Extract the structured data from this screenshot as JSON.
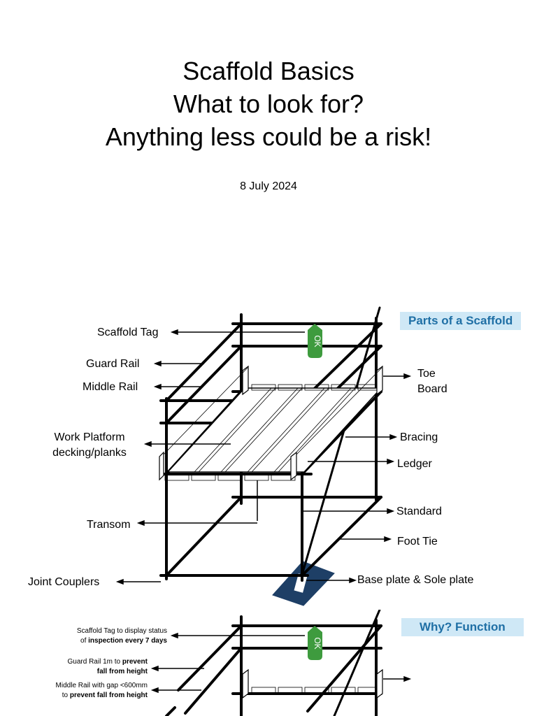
{
  "title": {
    "line1": "Scaffold Basics",
    "line2": "What to look for?",
    "line3": "Anything less could be a risk!"
  },
  "date": "8 July 2024",
  "parts": {
    "heading": "Parts of a Scaffold",
    "scaffold_tag": "Scaffold Tag",
    "guard_rail": "Guard Rail",
    "middle_rail": "Middle Rail",
    "work_platform_1": "Work Platform",
    "work_platform_2": "decking/planks",
    "transom": "Transom",
    "joint_couplers": "Joint Couplers",
    "toe_board_1": "Toe",
    "toe_board_2": "Board",
    "bracing": "Bracing",
    "ledger": "Ledger",
    "standard": "Standard",
    "foot_tie": "Foot Tie",
    "base_plate": "Base plate & Sole plate",
    "tag_text": "OK"
  },
  "function": {
    "heading": "Why? Function",
    "tag_1": "Scaffold Tag to display status",
    "tag_2a": "of ",
    "tag_2b": "inspection every 7 days",
    "guard_1a": "Guard Rail 1m to ",
    "guard_1b": "prevent",
    "guard_2": "fall from height",
    "middle_1": "Middle Rail with gap <600mm",
    "middle_2a": "to ",
    "middle_2b": "prevent fall from height",
    "tag_text": "OK"
  },
  "colors": {
    "badge_bg": "#cfe8f6",
    "badge_text": "#1f6fa5",
    "tag_green": "#3e9b3e",
    "sole_plate": "#1e3f66"
  }
}
